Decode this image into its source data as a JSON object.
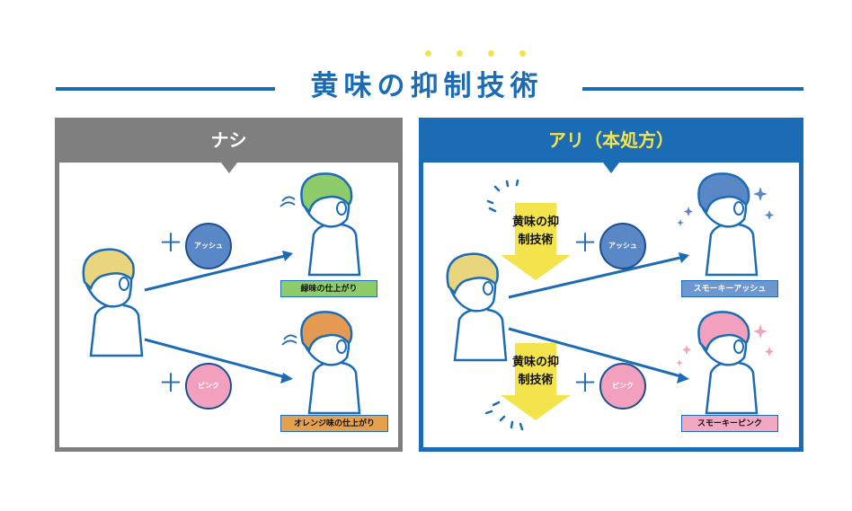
{
  "title": "黄味の抑制技術",
  "left_panel": {
    "header": "ナシ",
    "upper_circle": "アッシュ",
    "lower_circle": "ピンク",
    "upper_result": "緑味の仕上がり",
    "lower_result": "オレンジ味の仕上がり"
  },
  "right_panel": {
    "header": "アリ（本処方）",
    "technique_label": "黄味の抑制技術",
    "upper_circle": "アッシュ",
    "lower_circle": "ピンク",
    "upper_result": "スモーキーアッシュ",
    "lower_result": "スモーキーピンク"
  },
  "colors": {
    "blue": "#1b6cb4",
    "gray": "#7f7f7f",
    "yellow": "#f3e44d",
    "ash": "#5a87c5",
    "pink": "#f2a0bd",
    "green_hair": "#8ecb6b",
    "orange_hair": "#e59a52",
    "blonde_hair": "#e8d57d",
    "blue_hair": "#5a87c5",
    "pink_hair": "#f2a0bd",
    "green_label": "#8ecb6b",
    "orange_label": "#e5a04e",
    "result_blue": "#6f97cf",
    "result_pink": "#f2a7c3"
  }
}
